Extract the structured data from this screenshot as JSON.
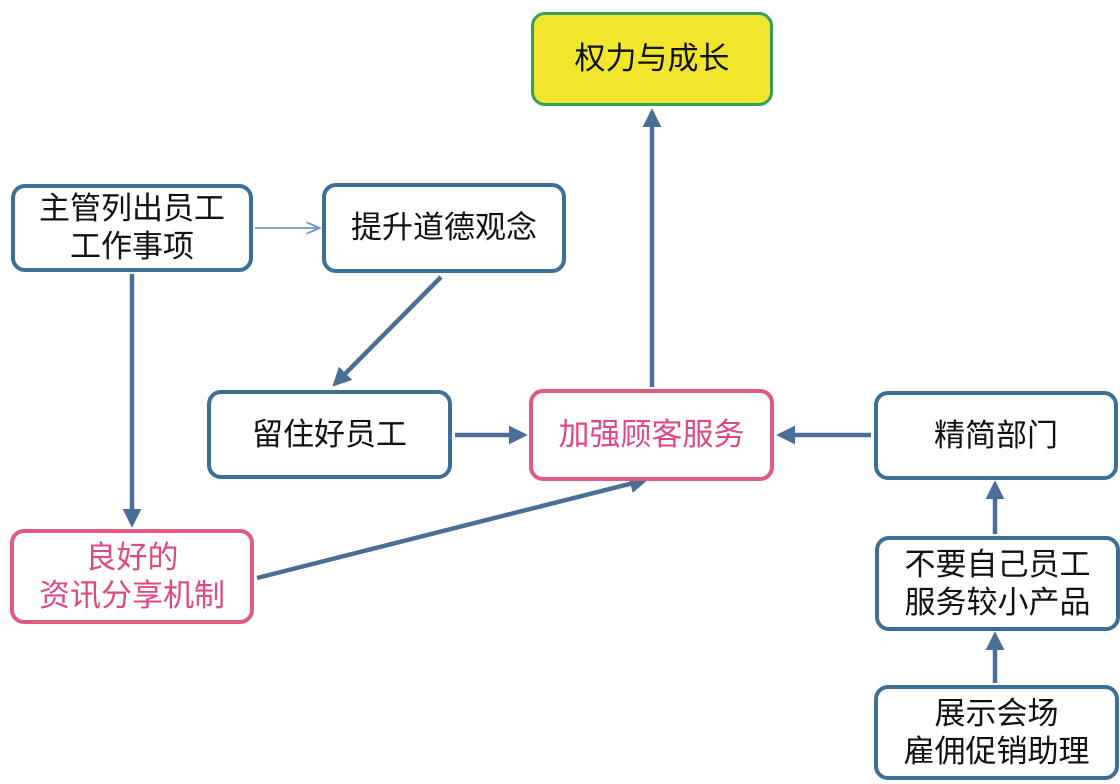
{
  "nodes": {
    "power": {
      "lines": [
        "权力与成长"
      ]
    },
    "list": {
      "lines": [
        "主管列出员工",
        "工作事项"
      ]
    },
    "ethic": {
      "lines": [
        "提升道德观念"
      ]
    },
    "keep": {
      "lines": [
        "留住好员工"
      ]
    },
    "service": {
      "lines": [
        "加强顾客服务"
      ]
    },
    "slim": {
      "lines": [
        "精简部门"
      ]
    },
    "info": {
      "lines": [
        "良好的",
        "资讯分享机制"
      ]
    },
    "small": {
      "lines": [
        "不要自己员工",
        "服务较小产品"
      ]
    },
    "show": {
      "lines": [
        "展示会场",
        "雇佣促销助理"
      ]
    }
  },
  "colors": {
    "edge": "#4a6f97",
    "thin_edge": "#6e98c8",
    "node_border": "#3b6f95",
    "highlight_border": "#e25a7e",
    "highlight_text": "#e0497f",
    "goal_fill": "#f2e62c",
    "goal_border": "#33a060"
  }
}
